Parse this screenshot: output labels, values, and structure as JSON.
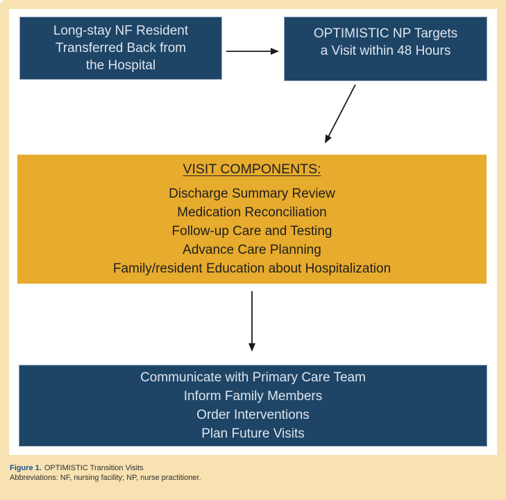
{
  "figure": {
    "caption": {
      "label": "Figure 1.",
      "title": "OPTIMISTIC Transition Visits",
      "abbreviations": "Abbreviations: NF, nursing facility; NP, nurse practitioner."
    }
  },
  "flow": {
    "resident_transfer": {
      "lines": [
        "Long-stay NF Resident",
        "Transferred Back from",
        "the Hospital"
      ]
    },
    "np_targets": {
      "lines": [
        "OPTIMISTIC NP Targets",
        "a Visit within 48 Hours"
      ]
    },
    "visit_components": {
      "title": "VISIT COMPONENTS:",
      "items": [
        "Discharge Summary Review",
        "Medication Reconciliation",
        "Follow-up Care and Testing",
        "Advance Care Planning",
        "Family/resident Education about Hospitalization"
      ]
    },
    "followup_actions": {
      "items": [
        "Communicate with Primary Care Team",
        "Inform Family Members",
        "Order Interventions",
        "Plan Future Visits"
      ]
    }
  },
  "colors": {
    "navy": "#1e4466",
    "orange": "#e7ab2d",
    "cream_background": "#f8e2b2",
    "panel_white": "#fffffe",
    "navy_text": "#dde5ee",
    "caption_blue": "#1d5489",
    "arrow_black": "#1a1a1a"
  }
}
